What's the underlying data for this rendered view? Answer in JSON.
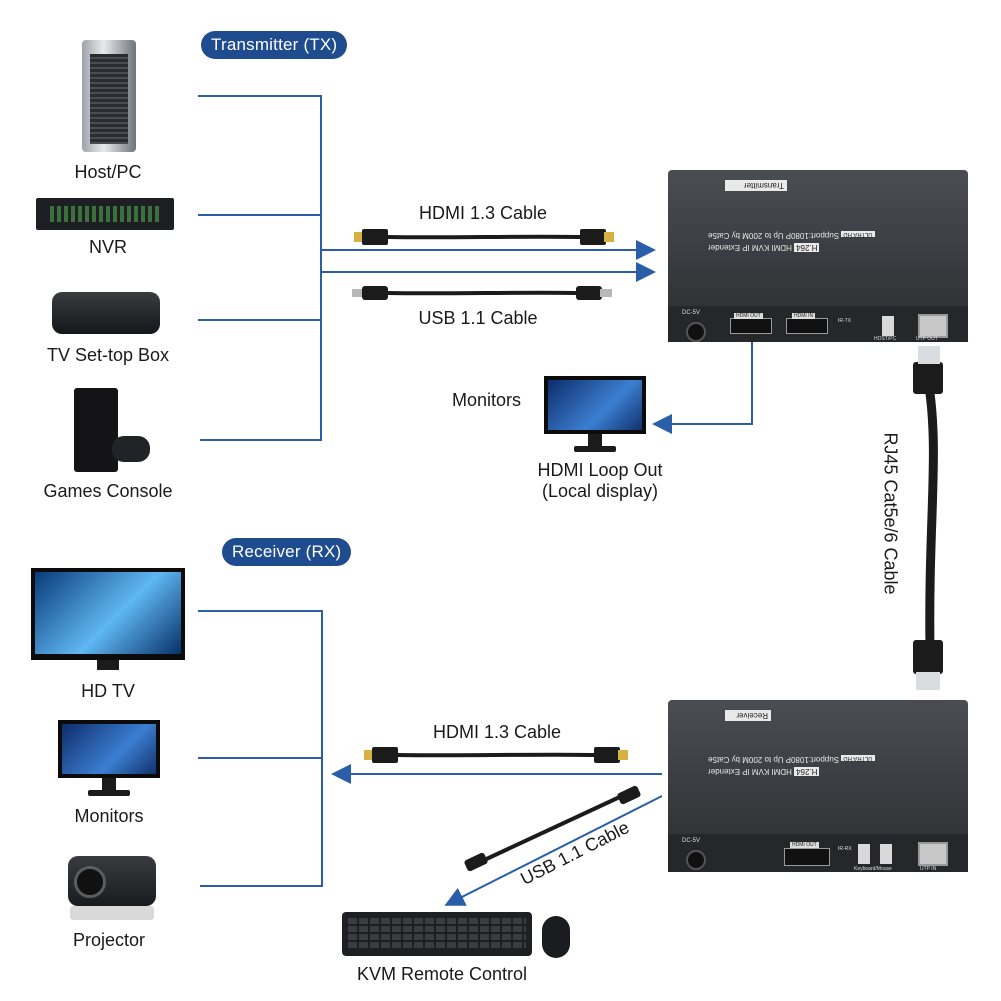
{
  "transmitter": {
    "title": "Transmitter (TX)",
    "sources": [
      {
        "label": "Host/PC",
        "icon": "tower-pc-icon"
      },
      {
        "label": "NVR",
        "icon": "nvr-icon"
      },
      {
        "label": "TV Set-top Box",
        "icon": "settop-box-icon"
      },
      {
        "label": "Games Console",
        "icon": "game-console-icon"
      }
    ],
    "hdmi_cable": "HDMI 1.3 Cable",
    "usb_cable": "USB 1.1 Cable",
    "device": {
      "badge": "Transmitter",
      "brand": "H.264",
      "title": "HDMI KVM IP Extender",
      "badge2": "ULTRA HD",
      "spec": "Support:1080P Up to 200M by Cat5e",
      "ports": [
        "DC-5V",
        "HDMI OUT",
        "HDMI IN",
        "IR-TX",
        "HOST/PC",
        "UTP OUT"
      ]
    },
    "loop_title": "Monitors",
    "loop_label_1": "HDMI Loop Out",
    "loop_label_2": "(Local display)"
  },
  "link_cable": "RJ45 Cat5e/6 Cable",
  "receiver": {
    "title": "Receiver (RX)",
    "displays": [
      {
        "label": "HD TV",
        "icon": "tv-icon"
      },
      {
        "label": "Monitors",
        "icon": "monitor-icon"
      },
      {
        "label": "Projector",
        "icon": "projector-icon"
      }
    ],
    "hdmi_cable": "HDMI 1.3 Cable",
    "usb_cable": "USB 1.1 Cable",
    "device": {
      "badge": "Receiver",
      "brand": "H.264",
      "title": "HDMI KVM IP Extender",
      "badge2": "ULTRA HD",
      "spec": "Support:1080P Up to 200M by Cat5e",
      "ports": [
        "DC-5V",
        "HDMI OUT",
        "IR-RX",
        "Keyboard/Mouse",
        "UTP IN"
      ]
    },
    "kvm_label": "KVM Remote Control"
  },
  "colors": {
    "accent": "#1f4b8f",
    "line": "#2b5ea8",
    "device": "#2e3034"
  }
}
